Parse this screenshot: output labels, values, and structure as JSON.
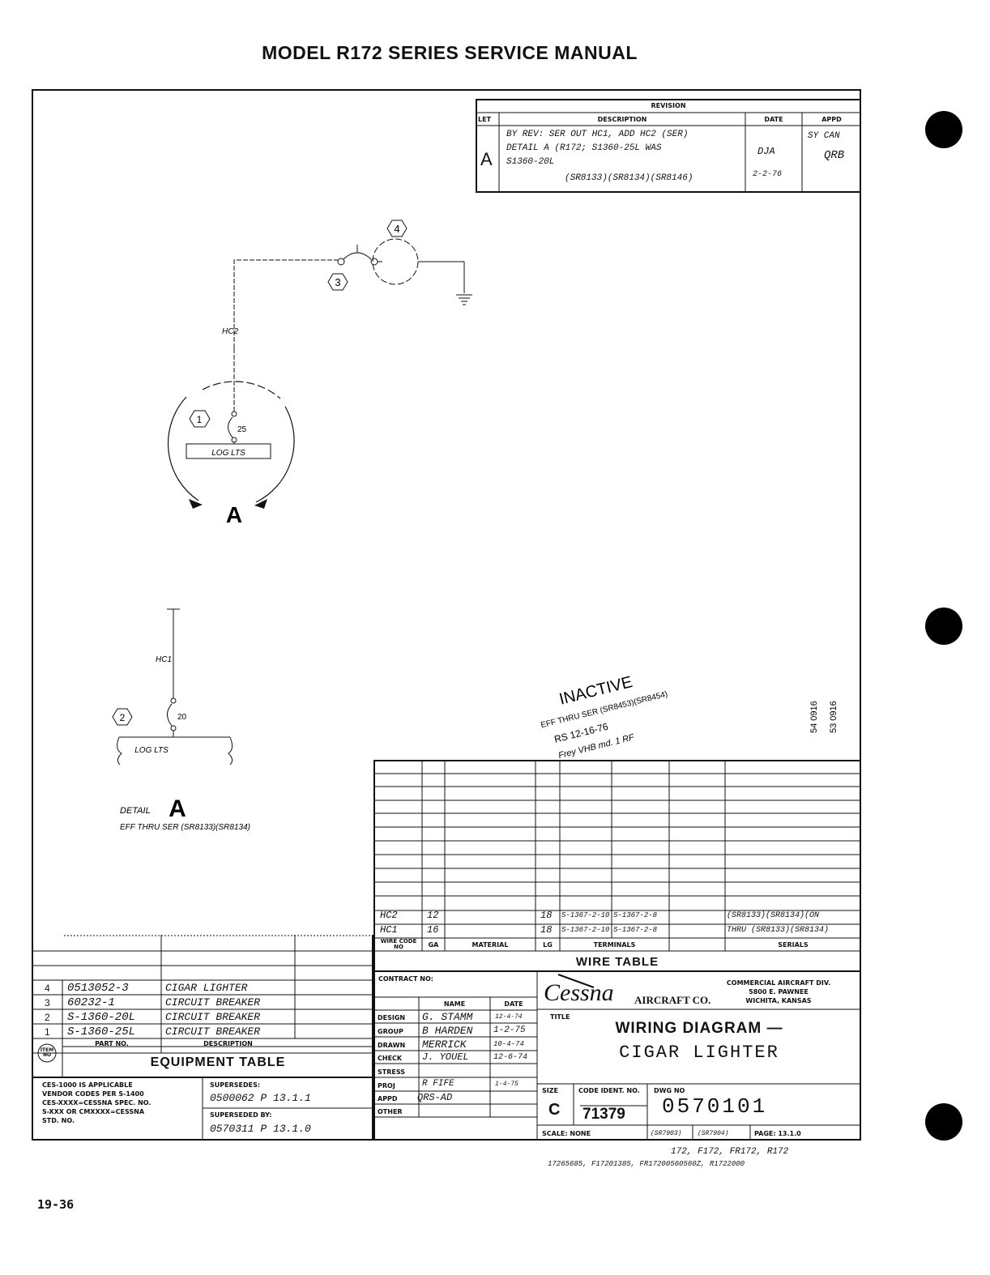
{
  "header": {
    "title": "MODEL R172 SERIES SERVICE MANUAL"
  },
  "page_number": "19-36",
  "revision": {
    "heading": "REVISION",
    "cols": {
      "let": "LET",
      "description": "DESCRIPTION",
      "date": "DATE",
      "appd": "APPD"
    },
    "letter": "A",
    "desc_lines": [
      "BY REV: SER OUT HC1, ADD HC2 (SER)",
      "DETAIL A (R172; S1360-25L WAS",
      "S1360-20L",
      "(SR8133)(SR8134)(SR8146)"
    ],
    "date_lines": [
      "DJA",
      "2-2-76"
    ],
    "appd_lines": [
      "SY CAN",
      "QRB"
    ]
  },
  "diagram": {
    "item_4": "4",
    "item_3": "3",
    "item_1": "1",
    "item_2": "2",
    "wire_hc2": "HC2",
    "wire_hc1": "HC1",
    "amp_25": "25",
    "amp_20": "20",
    "bus_label_top": "LOG LTS",
    "bus_label_bottom": "LOG LTS",
    "detail_marker": "A",
    "detail_label": "DETAIL",
    "detail_letter": "A",
    "detail_eff": "EFF THRU SER (SR8133)(SR8134)"
  },
  "stamp": {
    "inactive": "INACTIVE",
    "line2": "EFF THRU SER (SR8453)(SR8454)",
    "line3": "RS   12-16-76",
    "line4": "Frey VHB  md. 1 RF",
    "side1": "54 0916",
    "side2": "53 0916"
  },
  "wire_table": {
    "title": "WIRE TABLE",
    "headers": {
      "code": "WIRE CODE NO",
      "ga": "GA",
      "material": "MATERIAL",
      "lg": "LG",
      "terminals": "TERMINALS",
      "serials": "SERIALS"
    },
    "rows": [
      {
        "code": "HC2",
        "ga": "12",
        "lg": "18",
        "term1": "S-1367-2-10",
        "term2": "S-1367-2-8",
        "serials": "(SR8133)(SR8134)(ON"
      },
      {
        "code": "HC1",
        "ga": "16",
        "lg": "18",
        "term1": "S-1367-2-10",
        "term2": "S-1367-2-8",
        "serials": "THRU (SR8133)(SR8134)"
      }
    ]
  },
  "equipment_table": {
    "title": "EQUIPMENT TABLE",
    "item_no_label": "ITEM NO",
    "part_no_label": "PART NO.",
    "description_label": "DESCRIPTION",
    "rows": [
      {
        "item": "4",
        "part": "0513052-3",
        "desc": "CIGAR LIGHTER"
      },
      {
        "item": "3",
        "part": "60232-1",
        "desc": "CIRCUIT BREAKER"
      },
      {
        "item": "2",
        "part": "S-1360-20L",
        "desc": "CIRCUIT BREAKER"
      },
      {
        "item": "1",
        "part": "S-1360-25L",
        "desc": "CIRCUIT BREAKER"
      }
    ],
    "ces_note": [
      "CES-1000 IS APPLICABLE",
      "VENDOR CODES PER S-1400",
      "CES-XXXX=CESSNA SPEC. NO.",
      "S-XXX OR CMXXXX=CESSNA",
      "STD. NO."
    ],
    "supersedes_label": "SUPERSEDES:",
    "supersedes_value": "0500062  P 13.1.1",
    "superseded_by_label": "SUPERSEDED BY:",
    "superseded_by_value": "0570311  P  13.1.0"
  },
  "title_block": {
    "contract_label": "CONTRACT NO:",
    "name_label": "NAME",
    "date_label": "DATE",
    "rows": [
      {
        "label": "DESIGN",
        "name": "G. STAMM",
        "date": "12-4-74"
      },
      {
        "label": "GROUP",
        "name": "B HARDEN",
        "date": "1-2-75"
      },
      {
        "label": "DRAWN",
        "name": "MERRICK",
        "date": "10-4-74"
      },
      {
        "label": "CHECK",
        "name": "J. YOUEL",
        "date": "12-6-74"
      },
      {
        "label": "STRESS",
        "name": "",
        "date": ""
      },
      {
        "label": "PROJ",
        "name": "R FIFE",
        "date": "1-4-75"
      },
      {
        "label": "APPD",
        "name": "QRS-AD",
        "date": ""
      },
      {
        "label": "OTHER",
        "name": "",
        "date": ""
      }
    ],
    "company_logo": "Cessna",
    "company_suffix": "AIRCRAFT CO.",
    "company_address": [
      "COMMERCIAL AIRCRAFT DIV.",
      "5800 E. PAWNEE",
      "WICHITA, KANSAS"
    ],
    "title_label": "TITLE",
    "title_line1": "WIRING DIAGRAM —",
    "title_line2": "CIGAR LIGHTER",
    "size_label": "SIZE",
    "size_value": "C",
    "code_ident_label": "CODE IDENT. NO.",
    "code_ident_value": "71379",
    "dwg_no_label": "DWG NO",
    "dwg_no_value": "0570101",
    "scale": "SCALE: NONE",
    "serial_a": "(SR7903)",
    "serial_b": "(SR7904)",
    "page_ref": "PAGE: 13.1.0"
  },
  "footer_note": {
    "line1": "172, F172, FR172, R172",
    "line2": "17265685, F17201385, FR17200560560Z, R1722000"
  }
}
